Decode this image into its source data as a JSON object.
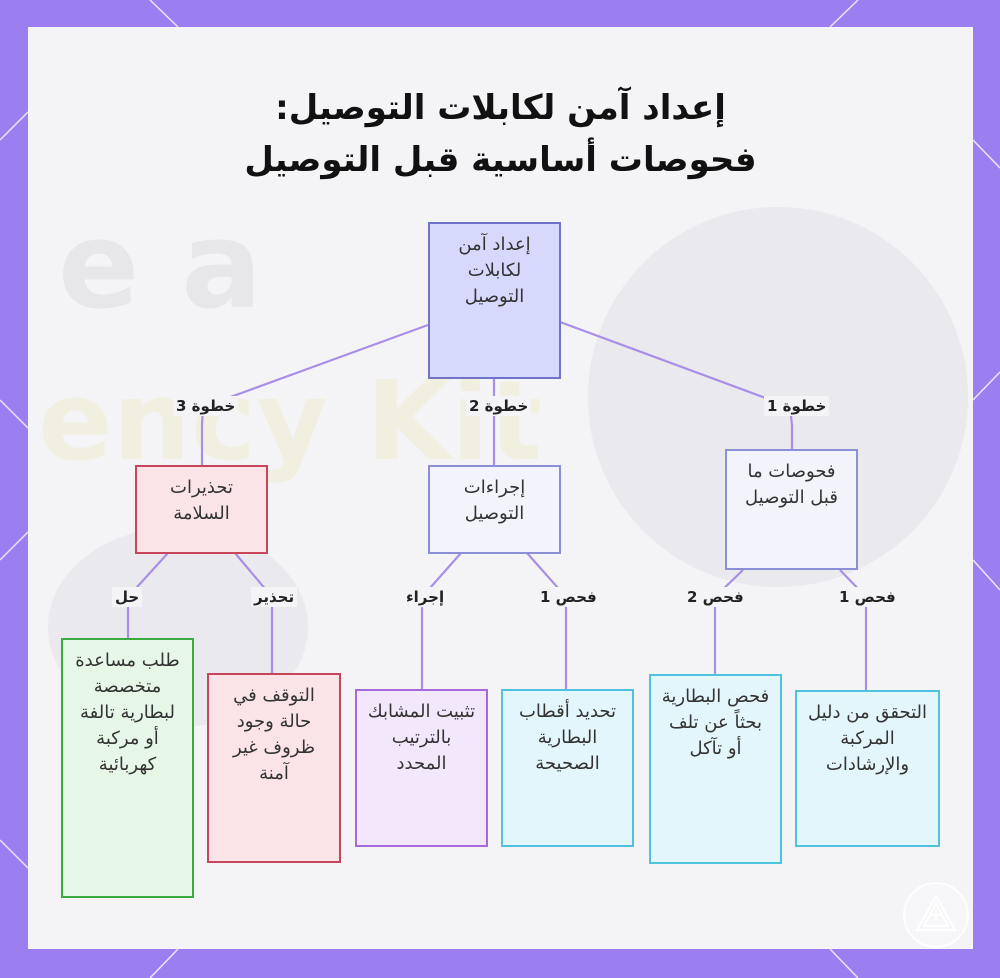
{
  "title": {
    "line1": "إعداد آمن لكابلات التوصيل:",
    "line2": "فحوصات أساسية قبل التوصيل"
  },
  "colors": {
    "frame": "#9b7ff0",
    "link": "#a98ee8",
    "root_fill": "#d6d9fb",
    "root_border": "#6f73c9",
    "gray_fill": "#f3f4fb",
    "gray_border": "#8a8fd6",
    "red_fill": "#fbe4e8",
    "red_border": "#c9455c",
    "purple_fill": "#f3e8fb",
    "purple_border": "#a66ad8",
    "cyan_fill": "#e3f6fb",
    "cyan_border": "#4fc3dd",
    "green_fill": "#e6f7e8",
    "green_border": "#3bab3f"
  },
  "background_text": [
    "e a",
    "ency Kit"
  ],
  "logo_icon": "warning-triangle-logo-icon",
  "nodes": {
    "root": "إعداد آمن لكابلات التوصيل",
    "pre_checks": "فحوصات ما قبل التوصيل",
    "procedures": "إجراءات التوصيل",
    "warnings": "تحذيرات السلامة",
    "check_manual": "التحقق من دليل المركبة والإرشادات",
    "check_battery": "فحص البطارية بحثاً عن تلف أو تآكل",
    "identify_poles": "تحديد أقطاب البطارية الصحيحة",
    "attach_clamps": "تثبيت المشابك بالترتيب المحدد",
    "stop_unsafe": "التوقف في حالة وجود ظروف غير آمنة",
    "seek_help": "طلب مساعدة متخصصة لبطارية تالفة أو مركبة كهربائية"
  },
  "edges": {
    "step1": "خطوة 1",
    "step2": "خطوة 2",
    "step3": "خطوة 3",
    "check1_a": "فحص 1",
    "check2": "فحص 2",
    "check1_b": "فحص 1",
    "action": "إجراء",
    "warning": "تحذير",
    "solution": "حل"
  }
}
